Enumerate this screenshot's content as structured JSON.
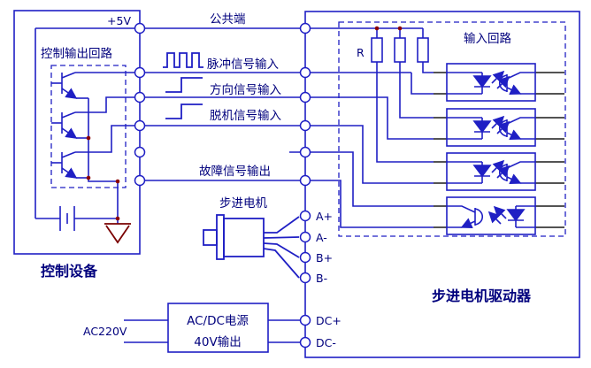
{
  "colors": {
    "wire": "#1f1fc4",
    "text": "#00007d",
    "stub": "#1a1a1a",
    "junction": "#8b0000",
    "ground": "#7a0000"
  },
  "control_device": {
    "label": "控制设备",
    "output_loop_label": "控制输出回路",
    "supply_label": "+5V"
  },
  "signals": {
    "common": "公共端",
    "pulse": "脉冲信号输入",
    "direction": "方向信号输入",
    "offline": "脱机信号输入",
    "fault": "故障信号输出"
  },
  "driver": {
    "label": "步进电机驱动器",
    "input_loop_label": "输入回路",
    "resistor_label": "R"
  },
  "motor": {
    "label": "步进电机",
    "terminals": [
      "A+",
      "A-",
      "B+",
      "B-"
    ]
  },
  "power": {
    "line1": "AC/DC电源",
    "line2": "40V输出",
    "input_label": "AC220V",
    "terminals": [
      "DC+",
      "DC-"
    ]
  }
}
